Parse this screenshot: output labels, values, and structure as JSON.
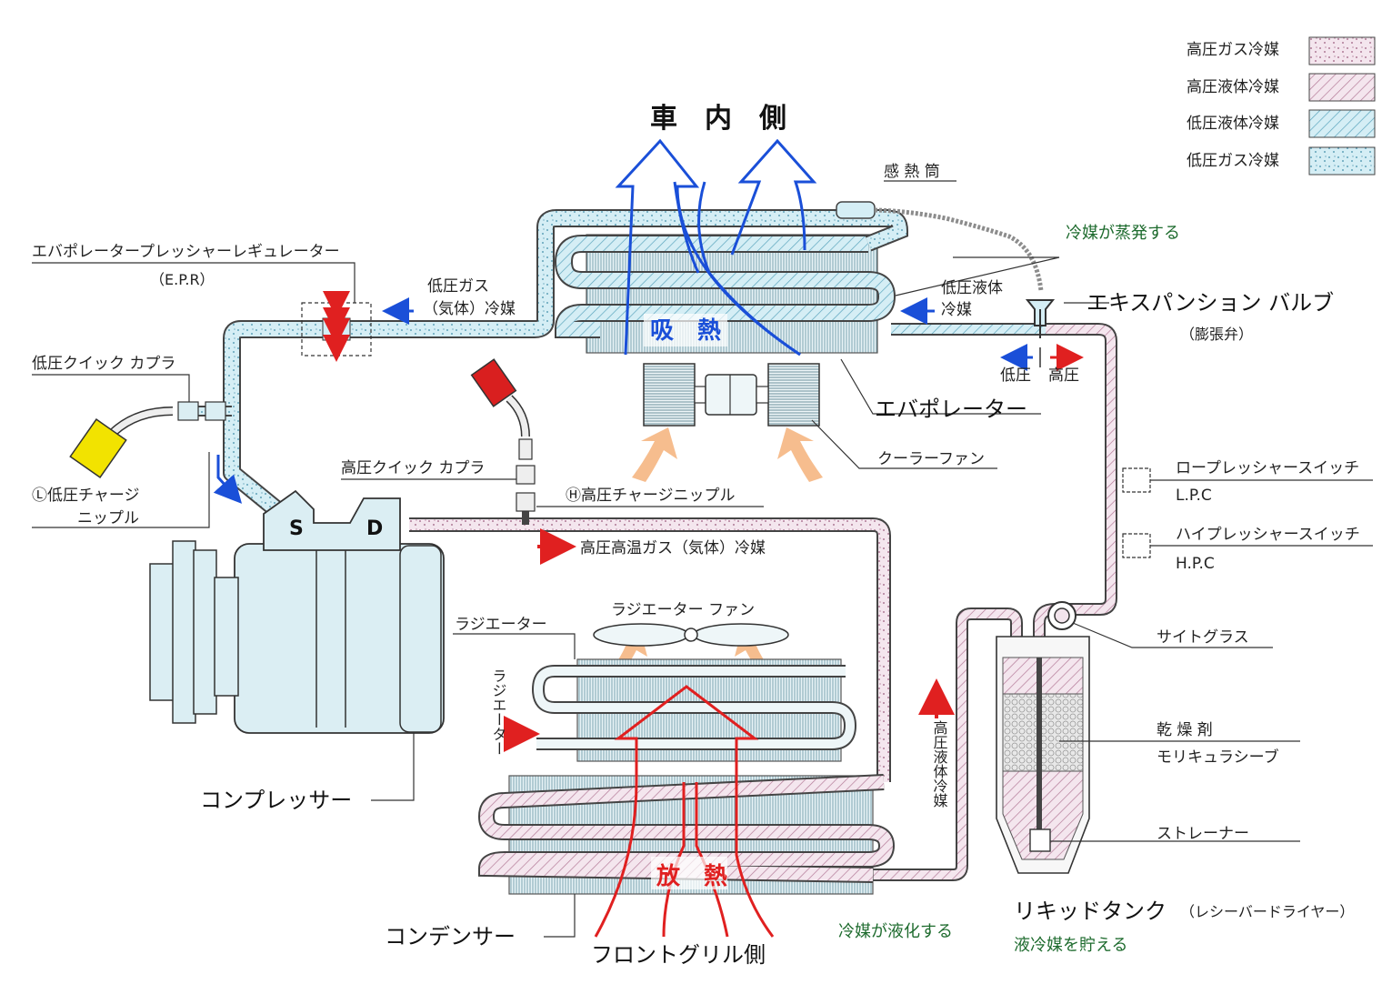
{
  "legend": [
    {
      "label": "高圧ガス冷媒",
      "pattern": "hp-gas"
    },
    {
      "label": "高圧液体冷媒",
      "pattern": "hp-liquid"
    },
    {
      "label": "低圧液体冷媒",
      "pattern": "lp-liquid"
    },
    {
      "label": "低圧ガス冷媒",
      "pattern": "lp-gas"
    }
  ],
  "colors": {
    "low_pressure": "#d5eef5",
    "high_pressure": "#f2e4ec",
    "blue_arrow": "#1a4fd8",
    "red_arrow": "#e02020",
    "orange_arrow": "#f4b27a",
    "green_text": "#1e6b2e"
  },
  "labels": {
    "car_interior": "車　内　側",
    "heat_absorb": "吸　熱",
    "heat_release": "放　熱",
    "front_grille": "フロントグリル側",
    "sensing_bulb": "感 熱 筒",
    "refrigerant_evaporates": "冷媒が蒸発する",
    "lp_liquid_refrigerant_1": "低圧液体",
    "lp_liquid_refrigerant_2": "冷媒",
    "expansion_valve": "エキスパンション バルブ",
    "expansion_valve_sub": "（膨張弁）",
    "low_pressure": "低圧",
    "high_pressure": "高圧",
    "evaporator": "エバポレーター",
    "cooler_fan": "クーラーファン",
    "epr_name": "エバポレータープレッシャーレギュレーター",
    "epr_abbr": "（E.P.R）",
    "lp_gas_refrigerant_1": "低圧ガス",
    "lp_gas_refrigerant_2": "（気体）冷媒",
    "lp_quick_coupler": "低圧クイック カプラ",
    "lp_charge_nipple_1": "Ⓛ低圧チャージ",
    "lp_charge_nipple_2": "ニップル",
    "hp_quick_coupler": "高圧クイック カプラ",
    "hp_charge_nipple": "Ⓗ高圧チャージニップル",
    "hp_hot_gas": "高圧高温ガス（気体）冷媒",
    "suction_port": "S",
    "discharge_port": "D",
    "radiator_fan": "ラジエーター ファン",
    "radiator": "ラジエーター",
    "radiator_vertical": "ラジエーター",
    "compressor": "コンプレッサー",
    "condenser": "コンデンサー",
    "refrigerant_liquefies": "冷媒が液化する",
    "hp_liquid_vertical": "高圧液体冷媒",
    "lp_switch": "ロープレッシャースイッチ",
    "lp_switch_abbr": "L.P.C",
    "hp_switch": "ハイプレッシャースイッチ",
    "hp_switch_abbr": "H.P.C",
    "sight_glass": "サイトグラス",
    "desiccant": "乾 燥 剤",
    "molecular_sieve": "モリキュラシーブ",
    "strainer": "ストレーナー",
    "liquid_tank": "リキッドタンク",
    "liquid_tank_sub": "（レシーバードライヤー）",
    "stores_liquid": "液冷媒を貯える"
  }
}
